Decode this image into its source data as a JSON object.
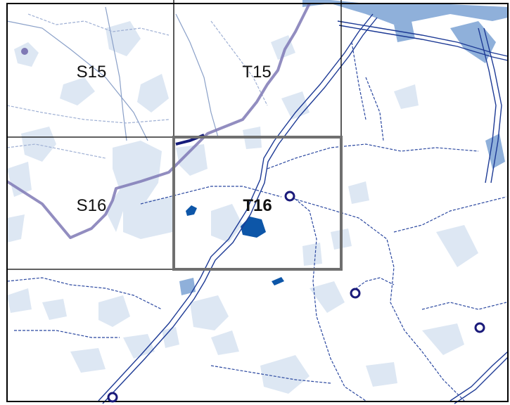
{
  "tiles": [
    {
      "id": "S15",
      "label": "S15",
      "selected": false
    },
    {
      "id": "T15",
      "label": "T15",
      "selected": false
    },
    {
      "id": "S16",
      "label": "S16",
      "selected": false
    },
    {
      "id": "T16",
      "label": "T16",
      "selected": true
    }
  ],
  "colors": {
    "urban_area": "#dde7f3",
    "water": "#0d56a8",
    "road": "#1d3a95",
    "boundary": "#7f79b5",
    "selection_frame": "#6f6f6f",
    "grid": "#000000"
  },
  "icons": [
    "station-icon",
    "marker-dot-icon"
  ]
}
